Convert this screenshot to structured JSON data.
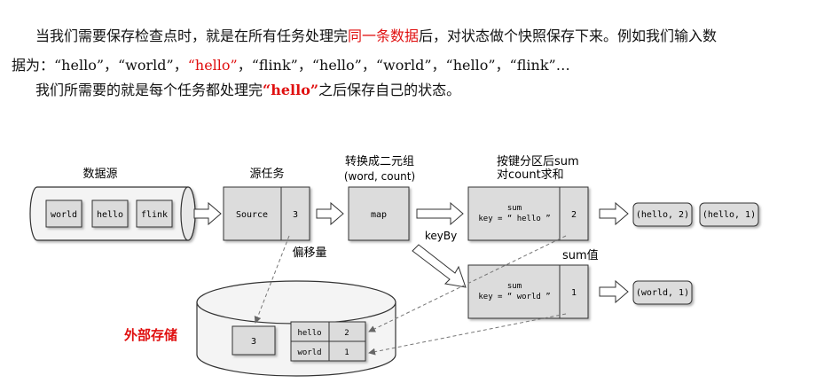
{
  "paragraph": {
    "line1_a": "当我们需要保存检查点时，就是在所有任务处理完",
    "line1_b": "同一条数据",
    "line1_c": "后，对状态做个快照保存下来。例如我们输入数",
    "line2_a": "据为：“hello”，“world”，",
    "line2_b": "“hello”",
    "line2_c": "，“flink”，“hello”，“world”，“hello”，“flink”…",
    "line3_a": "我们所需要的就是每个任务都处理完",
    "line3_b": "“hello”",
    "line3_c": "之后保存自己的状态。"
  },
  "diagram": {
    "data_source": {
      "title": "数据源",
      "items": [
        "world",
        "hello",
        "flink"
      ]
    },
    "source_task": {
      "title": "源任务",
      "name": "Source",
      "offset": "3"
    },
    "offset_label": "偏移量",
    "map_task": {
      "title_line1": "转换成二元组",
      "title_line2": "(word, count)",
      "name": "map"
    },
    "keyby_label": "keyBy",
    "sum_task_1": {
      "title_line1": "按键分区后sum",
      "title_line2": "对count求和",
      "line1": "sum",
      "line2": "key = “ hello ”",
      "value": "2"
    },
    "sum_task_2": {
      "title": "sum值",
      "line1": "sum",
      "line2": "key = “ world ”",
      "value": "1"
    },
    "outputs_1": [
      "(hello, 2)",
      "(hello, 1)"
    ],
    "outputs_2": [
      "(world, 1)"
    ],
    "external_storage": {
      "label": "外部存储",
      "offset": "3",
      "table": [
        [
          "hello",
          "2"
        ],
        [
          "world",
          "1"
        ]
      ]
    }
  },
  "colors": {
    "red": "#e01010",
    "box_fill": "#dcdcdc",
    "stroke": "#333333"
  }
}
